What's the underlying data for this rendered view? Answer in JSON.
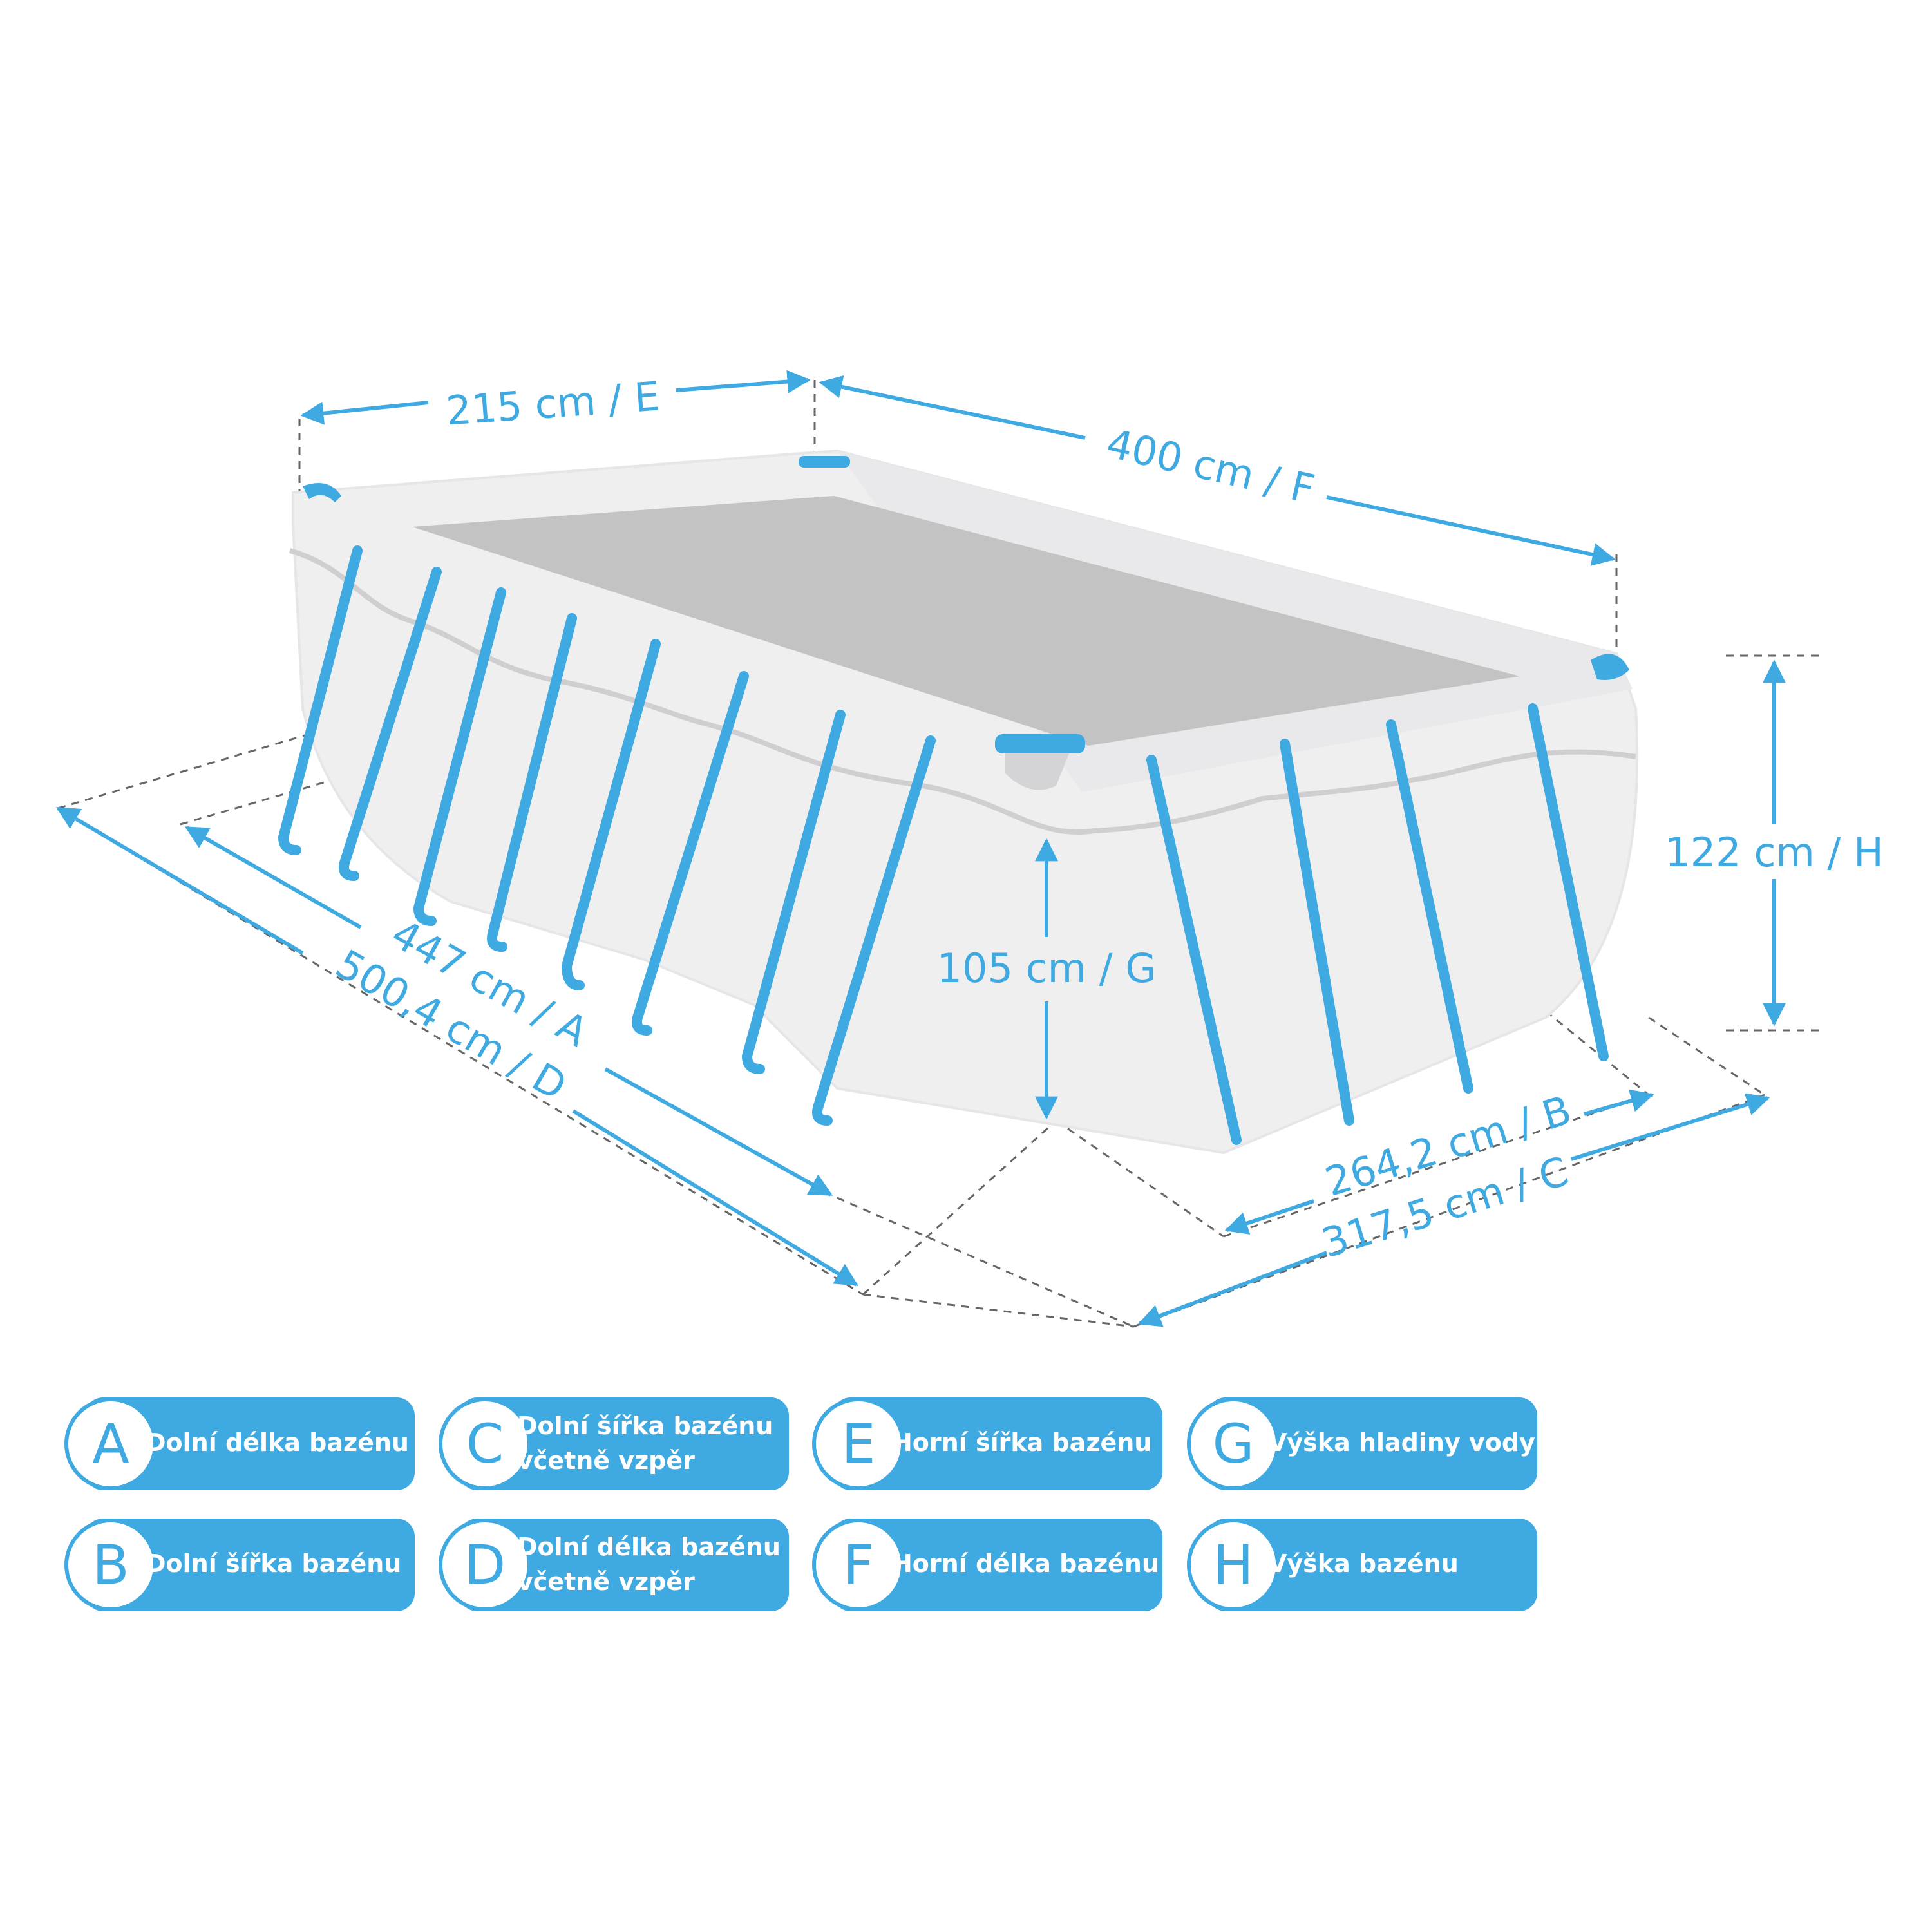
{
  "dimensions": {
    "e": "215 cm / E",
    "f": "400 cm / F",
    "h": "122 cm / H",
    "g": "105 cm / G",
    "a": "447 cm / A",
    "d": "500,4 cm / D",
    "b": "264,2 cm / B",
    "c": "317,5 cm / C"
  },
  "legend": [
    {
      "letter": "A",
      "text": "Dolní délka bazénu"
    },
    {
      "letter": "B",
      "text": "Dolní šířka bazénu"
    },
    {
      "letter": "C",
      "text": "Dolní šířka bazénu\nvčetně vzpěr"
    },
    {
      "letter": "D",
      "text": "Dolní délka bazénu\nvčetně vzpěr"
    },
    {
      "letter": "E",
      "text": "Horní šířka bazénu"
    },
    {
      "letter": "F",
      "text": "Horní délka bazénu"
    },
    {
      "letter": "G",
      "text": "Výška hladiny vody"
    },
    {
      "letter": "H",
      "text": "Výška bazénu"
    }
  ],
  "colors": {
    "accent": "#3fa9e1",
    "pool_wall": "#efeff0",
    "water": "#c4c3c4"
  }
}
